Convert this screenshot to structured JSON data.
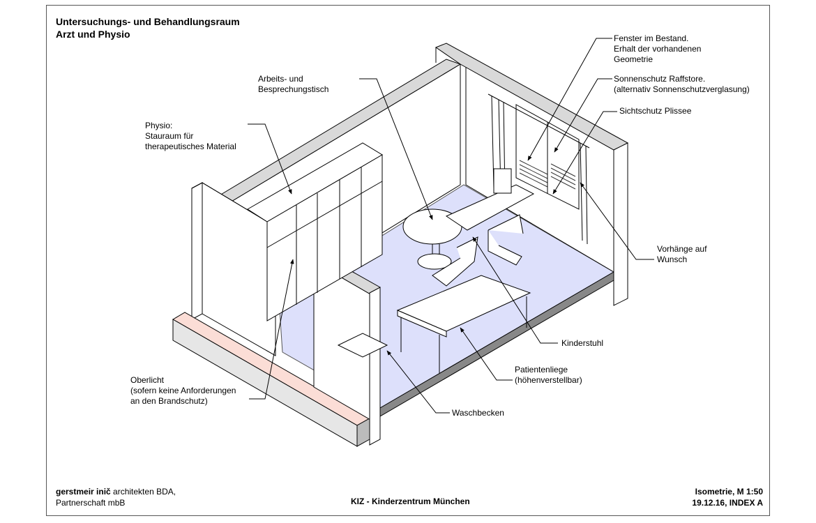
{
  "header": {
    "title_line1": "Untersuchungs- und Behandlungsraum",
    "title_line2": "Arzt und Physio"
  },
  "annotations": {
    "tisch": [
      "Arbeits- und",
      "Besprechungstisch"
    ],
    "physio": [
      "Physio:",
      "Stauraum für",
      "therapeutisches Material"
    ],
    "fenster": [
      "Fenster im Bestand.",
      "Erhalt der vorhandenen",
      "Geometrie"
    ],
    "sonnenschutz": [
      "Sonnenschutz Raffstore.",
      "(alternativ Sonnenschutzverglasung)"
    ],
    "sichtschutz": "Sichtschutz Plissee",
    "vorhaenge": [
      "Vorhänge auf",
      "Wunsch"
    ],
    "kinderstuhl": "Kinderstuhl",
    "liege": [
      "Patientenliege",
      "(höhenverstellbar)"
    ],
    "waschbecken": "Waschbecken",
    "oberlicht": [
      "Oberlicht",
      "(sofern keine Anforderungen",
      "an den Brandschutz)"
    ]
  },
  "footer": {
    "firm_bold": "gerstmeir inič",
    "firm_rest": " architekten BDA,",
    "firm_line2": "Partnerschaft mbB",
    "project": "KIZ - Kinderzentrum München",
    "scale": "Isometrie, M 1:50",
    "date_index": "19.12.16, INDEX A"
  },
  "colors": {
    "floor": "#dde0fb",
    "base_pink": "#fbddd6",
    "wall_top": "#d9d9d9"
  }
}
